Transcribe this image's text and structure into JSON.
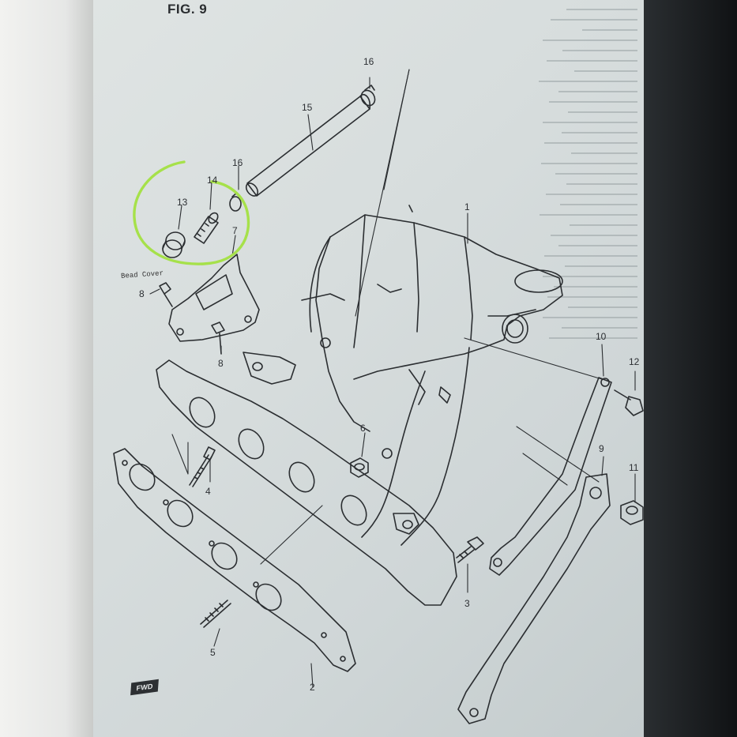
{
  "figure": {
    "title": "FIG. 9",
    "bead_cover_label": "Bead Cover",
    "fwd_label": "FWD"
  },
  "callouts": {
    "c1": "1",
    "c2": "2",
    "c3": "3",
    "c4": "4",
    "c5": "5",
    "c6": "6",
    "c7": "7",
    "c8a": "8",
    "c8b": "8",
    "c9": "9",
    "c10": "10",
    "c11": "11",
    "c12": "12",
    "c13": "13",
    "c14": "14",
    "c15": "15",
    "c16a": "16",
    "c16b": "16"
  },
  "highlight": {
    "color": "#a6e14a",
    "parts": [
      "13",
      "14"
    ]
  },
  "colors": {
    "paper": "#d9dfdf",
    "ink": "#2b2e31"
  }
}
